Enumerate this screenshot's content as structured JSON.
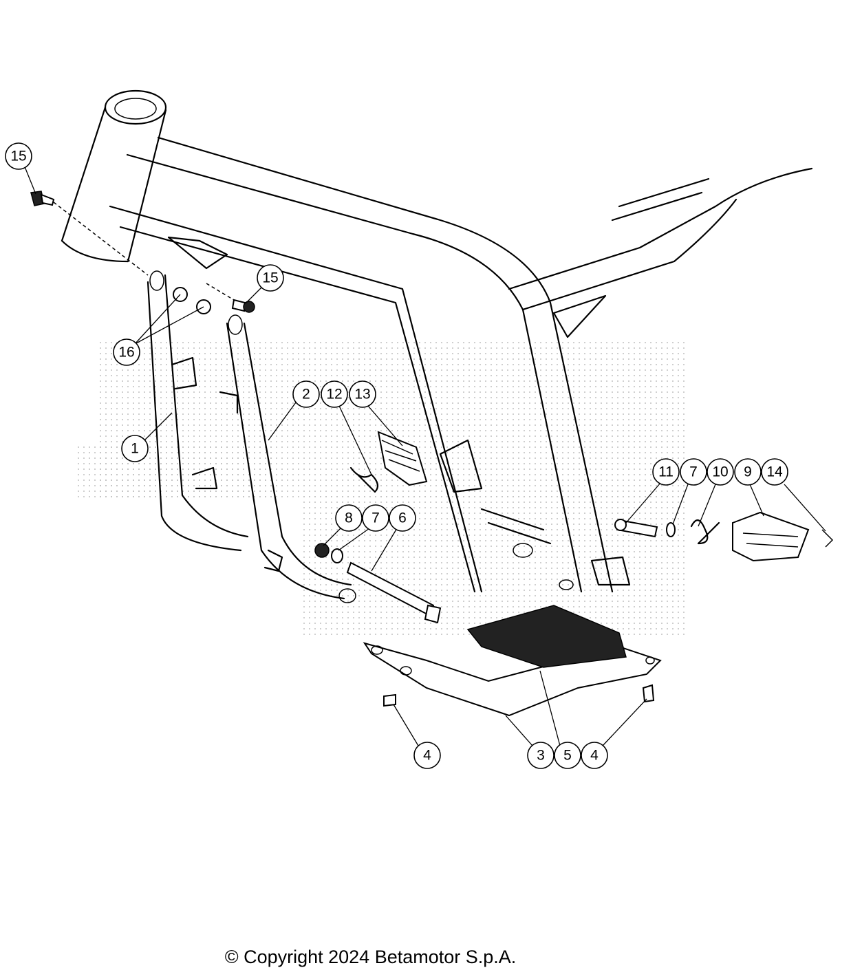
{
  "diagram": {
    "callouts": [
      {
        "id": "c15a",
        "label": "15"
      },
      {
        "id": "c15b",
        "label": "15"
      },
      {
        "id": "c16",
        "label": "16"
      },
      {
        "id": "c1",
        "label": "1"
      },
      {
        "id": "c2",
        "label": "2"
      },
      {
        "id": "c12",
        "label": "12"
      },
      {
        "id": "c13",
        "label": "13"
      },
      {
        "id": "c8",
        "label": "8"
      },
      {
        "id": "c7a",
        "label": "7"
      },
      {
        "id": "c6",
        "label": "6"
      },
      {
        "id": "c11",
        "label": "11"
      },
      {
        "id": "c7b",
        "label": "7"
      },
      {
        "id": "c10",
        "label": "10"
      },
      {
        "id": "c9",
        "label": "9"
      },
      {
        "id": "c14",
        "label": "14"
      },
      {
        "id": "c4a",
        "label": "4"
      },
      {
        "id": "c3",
        "label": "3"
      },
      {
        "id": "c5",
        "label": "5"
      },
      {
        "id": "c4b",
        "label": "4"
      }
    ]
  },
  "footer": {
    "copyright": "© Copyright 2024 Betamotor S.p.A."
  }
}
